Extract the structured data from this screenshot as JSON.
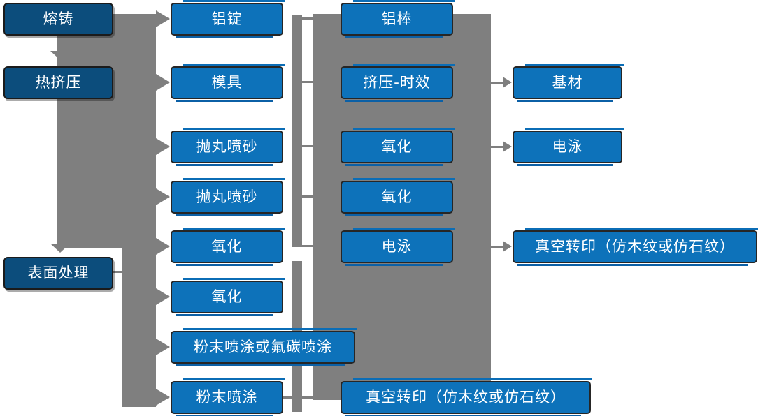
{
  "diagram": {
    "title": "aluminum-profile-production-flowchart",
    "colors": {
      "process_box": "#0d72ba",
      "stage_box": "#0c4d7c",
      "connector": "#7f7f7f",
      "text": "#ffffff"
    },
    "stages": {
      "melt_cast": "熔铸",
      "hot_extrusion": "热挤压",
      "surface_treatment": "表面处理"
    },
    "col2": {
      "aluminum_ingot": "铝锭",
      "mold": "模具",
      "shot_blast_1": "抛丸喷砂",
      "shot_blast_2": "抛丸喷砂",
      "oxidation_1": "氧化",
      "oxidation_2": "氧化",
      "powder_or_fluorocarbon": "粉末喷涂或氟碳喷涂",
      "powder_coating": "粉末喷涂"
    },
    "col3": {
      "aluminum_rod": "铝棒",
      "extrusion_aging": "挤压-时效",
      "oxidation_3": "氧化",
      "oxidation_4": "氧化",
      "electrophoresis_1": "电泳"
    },
    "col4": {
      "base_material": "基材",
      "electrophoresis_2": "电泳"
    },
    "vacuum_transfer_right": "真空转印（仿木纹或仿石纹）",
    "vacuum_transfer_bottom": "真空转印（仿木纹或仿石纹）"
  }
}
